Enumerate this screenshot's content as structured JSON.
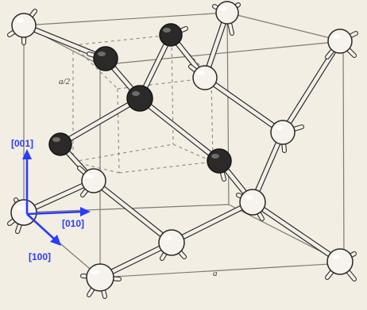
{
  "labels": {
    "half_lattice": "a/2",
    "lattice": "a"
  },
  "directions": {
    "z": "[001]",
    "y": "[010]",
    "x": "[100]"
  },
  "colors": {
    "arrow": "#2b3bff",
    "dark_atom": "#2b2a28",
    "light_atom": "#f6f3ec"
  }
}
